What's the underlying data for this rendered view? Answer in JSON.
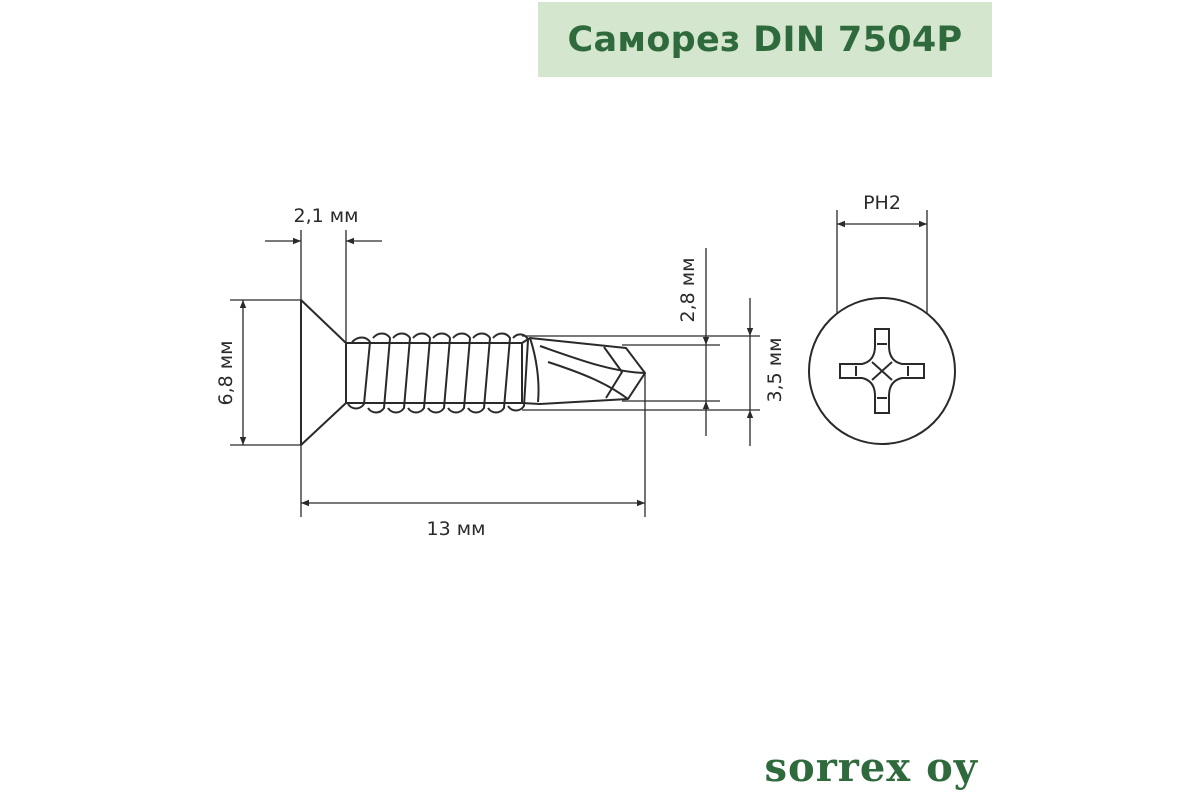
{
  "title": "Саморез DIN 7504P",
  "brand": "sorrex oy",
  "colors": {
    "title_bg": "#d4e6cd",
    "title_text": "#2e6a3c",
    "brand_text": "#2e6a3c",
    "line": "#2a2a2a"
  },
  "dimensions": {
    "head_height": "2,1 мм",
    "head_diameter": "6,8 мм",
    "length": "13 мм",
    "drill_diameter": "2,8 мм",
    "thread_diameter": "3,5 мм",
    "drive": "PH2"
  }
}
